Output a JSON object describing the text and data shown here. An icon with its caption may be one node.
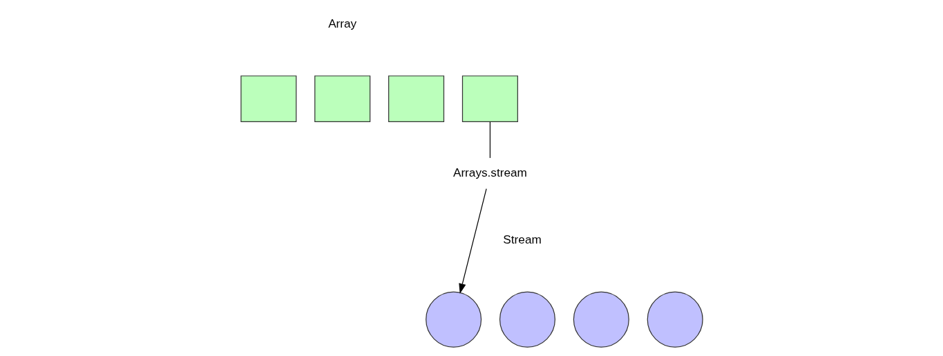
{
  "diagram": {
    "nodes": [
      {
        "text": [],
        "shape": "box"
      },
      {
        "text": [],
        "shape": "box"
      },
      {
        "text": [],
        "shape": "box"
      },
      {
        "text": [],
        "shape": "box"
      },
      {
        "text": [
          "Arrays.stream"
        ]
      },
      {
        "text": [],
        "shape": "circle"
      },
      {
        "text": [],
        "shape": "circle"
      },
      {
        "text": [],
        "shape": "circle"
      },
      {
        "text": [],
        "shape": "circle"
      }
    ],
    "edges": [
      {
        "from": 3,
        "to": 4,
        "arrow": "none"
      },
      {
        "from": 4,
        "to": 5,
        "arrow": "to"
      }
    ],
    "labels": [
      "Array",
      "Stream"
    ]
  }
}
